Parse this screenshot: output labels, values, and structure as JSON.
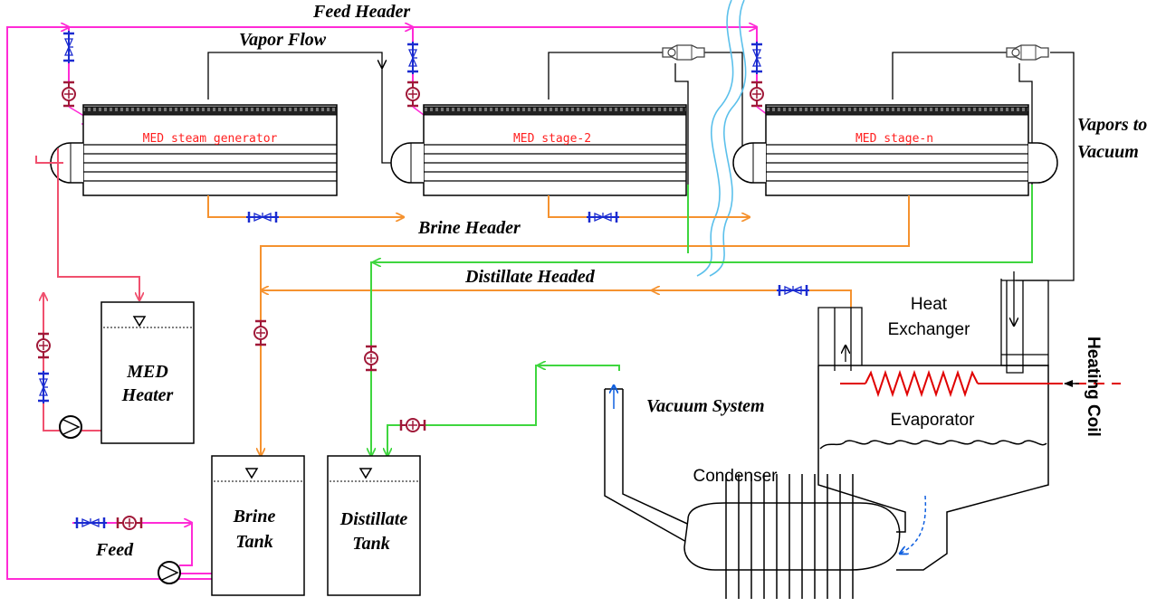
{
  "labels": {
    "feed_header": "Feed Header",
    "vapor_flow": "Vapor Flow",
    "brine_header": "Brine Header",
    "distillate_headed": "Distillate Headed",
    "vapors_to_line1": "Vapors to",
    "vapors_to_line2": "Vacuum",
    "med_heater_line1": "MED",
    "med_heater_line2": "Heater",
    "brine_tank_line1": "Brine",
    "brine_tank_line2": "Tank",
    "distillate_tank_line1": "Distillate",
    "distillate_tank_line2": "Tank",
    "feed": "Feed",
    "vacuum_system": "Vacuum System",
    "heat_exchanger_line1": "Heat",
    "heat_exchanger_line2": "Exchanger",
    "evaporator": "Evaporator",
    "condenser": "Condenser",
    "heating_coil": "Heating Coil",
    "stage1": "MED steam generator",
    "stage2": "MED stage-2",
    "stagen": "MED stage-n"
  },
  "colors": {
    "feed_line": "#ff2bd6",
    "brine_line": "#f5922f",
    "distillate_line": "#3fd63f",
    "heater_line": "#f0506e",
    "heating_coil": "#e00000",
    "valve_blue": "#1a2bd0",
    "valve_red": "#a01838",
    "vacuum_arrow": "#1060e0",
    "wavy_cut": "#5bc0eb"
  }
}
